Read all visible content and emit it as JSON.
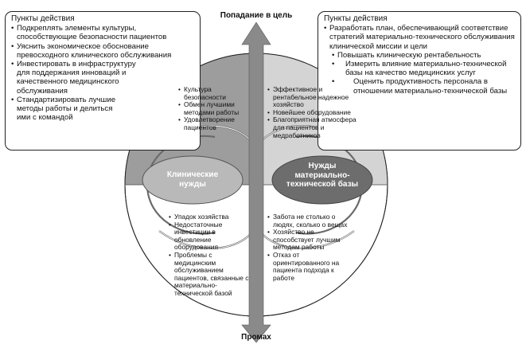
{
  "axis": {
    "top": "Попадание в цель",
    "bottom": "Промах"
  },
  "left_box": {
    "title": "Пункты действия",
    "items": [
      "Подкреплять элементы культуры, способствующие безопасности пациентов",
      "Уяснить экономическое обоснование превосходного клинического обслуживания",
      "Инвестировать в инфраструктуру для поддержания инноваций и качественного медицинского обслуживания",
      "Стандартизировать лучшие методы работы и делиться ими с командой"
    ]
  },
  "right_box": {
    "title": "Пункты действия",
    "items": [
      "Разработать план, обеспечивающий соответствие стратегий материально-технического обслуживания клинической миссии и цели",
      "Повышать клиническую рентабельность",
      "Измерить влияние материально-технической базы на качество медицинских услуг",
      "Оценить продуктивность персонала в отношении материально-технической базы"
    ]
  },
  "left_pill": "Клинические нужды",
  "right_pill": "Нужды материально-технической базы",
  "quadrants": {
    "top_left": [
      "Культура безопасности",
      "Обмен лучшими методами работы",
      "Удовлетворение пациентов"
    ],
    "top_right": [
      "Эффективное и рентабельное надежное хозяйство",
      "Новейшее оборудование",
      "Благоприятная атмосфера для пациентов и медработников"
    ],
    "bottom_left": [
      "Упадок хозяйства",
      "Недостаточные инвестиции в обновление оборудования",
      "Проблемы с медицинским обслуживанием пациентов, связанные с материально-технической базой"
    ],
    "bottom_right": [
      "Забота не столько о людях, сколько о вещах",
      "Хозяйство не способствует лучшим методам работы",
      "Отказ от ориентированного на пациента подхода к работе"
    ]
  },
  "colors": {
    "top_left_fill": "#9d9d9d",
    "top_right_fill": "#d4d4d4",
    "arrow_fill": "#8a8a8a",
    "left_pill_fill": "#b9b9b9",
    "right_pill_fill": "#6d6d6d"
  }
}
